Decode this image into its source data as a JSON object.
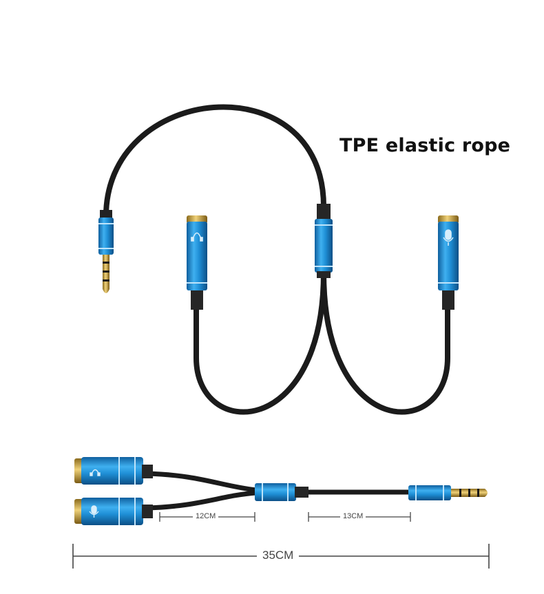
{
  "product_label": "TPE elastic rope",
  "dimensions": {
    "splitter_branch": "12CM",
    "main_cable": "13CM",
    "total_length": "35CM"
  },
  "colors": {
    "cable": "#1b1b1b",
    "housing": "#1f8fd6",
    "gold_plating": "#c9a53a",
    "dimension_lines": "#444444"
  },
  "icons": {
    "left_female_port": "headphone-icon",
    "right_female_port": "microphone-icon"
  }
}
